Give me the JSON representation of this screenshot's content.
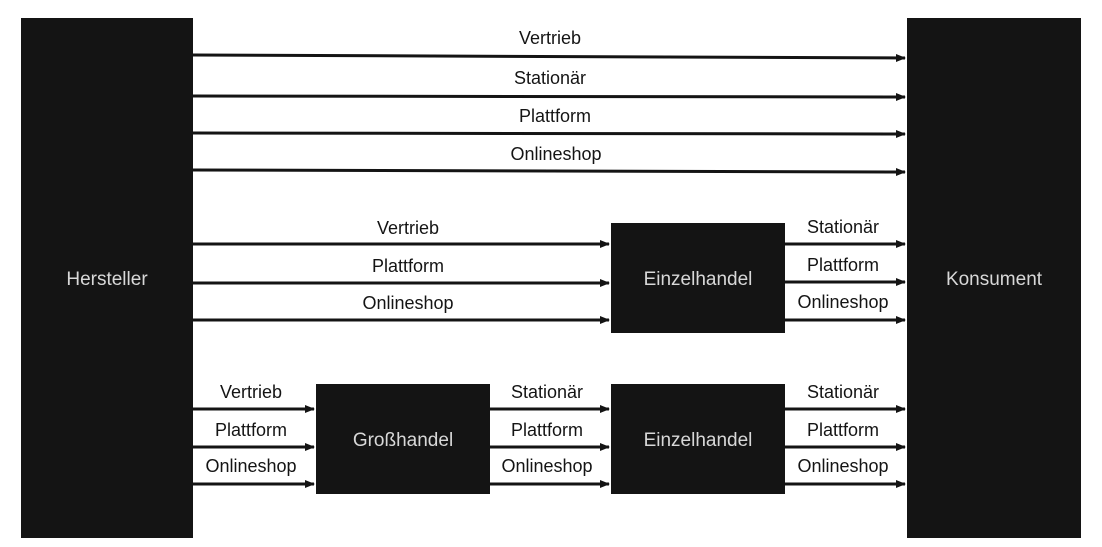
{
  "colors": {
    "box": "#141414",
    "box_text": "#d8d8d8",
    "line": "#141414",
    "background": "#ffffff"
  },
  "boxes": {
    "manufacturer": "Hersteller",
    "consumer": "Konsument",
    "retail_middle": "Einzelhandel",
    "wholesale": "Großhandel",
    "retail_bottom": "Einzelhandel"
  },
  "direct_channels": [
    "Vertrieb",
    "Stationär",
    "Plattform",
    "Onlineshop"
  ],
  "to_retail": [
    "Vertrieb",
    "Plattform",
    "Onlineshop"
  ],
  "retail_to_consumer": [
    "Stationär",
    "Plattform",
    "Onlineshop"
  ],
  "to_wholesale": [
    "Vertrieb",
    "Plattform",
    "Onlineshop"
  ],
  "wholesale_to_retail": [
    "Stationär",
    "Plattform",
    "Onlineshop"
  ],
  "retail2_to_consumer": [
    "Stationär",
    "Plattform",
    "Onlineshop"
  ]
}
